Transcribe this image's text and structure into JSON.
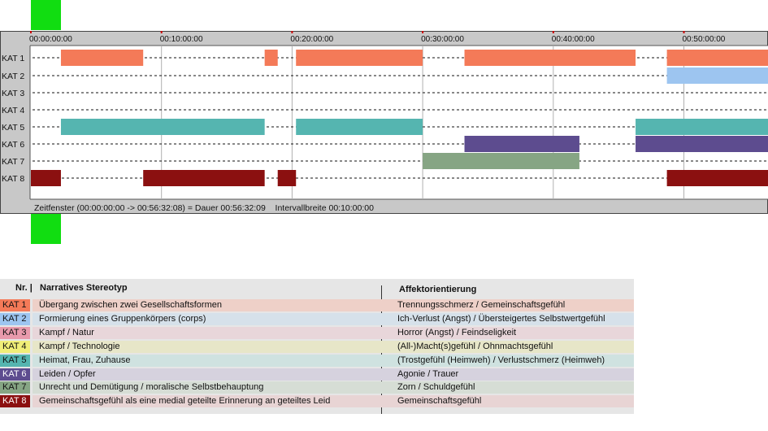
{
  "chart_data": {
    "type": "timeline",
    "time_ticks": [
      "00:00:00:00",
      "00:10:00:00",
      "00:20:00:00",
      "00:30:00:00",
      "00:40:00:00",
      "00:50:00:00"
    ],
    "x_unit": "minutes",
    "x_range": [
      0,
      56.536
    ],
    "categories": [
      "KAT 1",
      "KAT 2",
      "KAT 3",
      "KAT 4",
      "KAT 5",
      "KAT 6",
      "KAT 7",
      "KAT 8"
    ],
    "series": [
      {
        "name": "KAT 1",
        "color": "#f47a58",
        "segments": [
          [
            2.3,
            8.6
          ],
          [
            17.9,
            18.9
          ],
          [
            20.3,
            30.0
          ],
          [
            33.2,
            46.3
          ],
          [
            48.7,
            56.536
          ]
        ]
      },
      {
        "name": "KAT 2",
        "color": "#9dc5f0",
        "segments": [
          [
            48.7,
            56.536
          ]
        ]
      },
      {
        "name": "KAT 3",
        "color": "#e89aac",
        "segments": []
      },
      {
        "name": "KAT 4",
        "color": "#f0ee78",
        "segments": []
      },
      {
        "name": "KAT 5",
        "color": "#55b5b0",
        "segments": [
          [
            2.3,
            17.9
          ],
          [
            20.3,
            30.0
          ],
          [
            46.3,
            56.536
          ]
        ]
      },
      {
        "name": "KAT 6",
        "color": "#5d4c8f",
        "segments": [
          [
            33.2,
            42.0
          ],
          [
            46.3,
            56.536
          ]
        ]
      },
      {
        "name": "KAT 7",
        "color": "#86a584",
        "segments": [
          [
            30.0,
            42.0
          ]
        ]
      },
      {
        "name": "KAT 8",
        "color": "#8b1010",
        "segments": [
          [
            0.0,
            2.3
          ],
          [
            8.6,
            17.9
          ],
          [
            18.9,
            20.3
          ],
          [
            48.7,
            56.536
          ]
        ]
      }
    ],
    "footer_text": "Zeitfenster (00:00:00:00 -> 00:56:32:08) = Dauer 00:56:32:09    Intervallbreite 00:10:00:00",
    "legend": {
      "headers": {
        "nr": "Nr. |",
        "stereotyp": "Narratives Stereotyp",
        "affekt": "Affektorientierung"
      },
      "rows": [
        {
          "code": "KAT 1",
          "stereotyp": "Übergang zwischen zwei Gesellschaftsformen",
          "affekt": "Trennungsschmerz / Gemeinschaftsgefühl",
          "color": "#f47a58",
          "band": "#eed0c8",
          "text_color": "#111111"
        },
        {
          "code": "KAT 2",
          "stereotyp": "Formierung eines Gruppenkörpers (corps)",
          "affekt": "Ich-Verlust (Angst) / Übersteigertes Selbstwertgefühl",
          "color": "#9dc5f0",
          "band": "#d6e1ea",
          "text_color": "#111111"
        },
        {
          "code": "KAT 3",
          "stereotyp": "Kampf / Natur",
          "affekt": "Horror (Angst) / Feindseligkeit",
          "color": "#e89aac",
          "band": "#e8d6da",
          "text_color": "#111111"
        },
        {
          "code": "KAT 4",
          "stereotyp": "Kampf / Technologie",
          "affekt": "(All-)Macht(s)gefühl / Ohnmachtsgefühl",
          "color": "#f0ee78",
          "band": "#e7e6c8",
          "text_color": "#111111"
        },
        {
          "code": "KAT 5",
          "stereotyp": "Heimat, Frau, Zuhause",
          "affekt": "(Trostgefühl (Heimweh) / Verlustschmerz (Heimweh)",
          "color": "#55b5b0",
          "band": "#cfe2e0",
          "text_color": "#111111"
        },
        {
          "code": "KAT 6",
          "stereotyp": "Leiden / Opfer",
          "affekt": "Agonie / Trauer",
          "color": "#5d4c8f",
          "band": "#d6d2de",
          "text_color": "#ffffff"
        },
        {
          "code": "KAT 7",
          "stereotyp": "Unrecht und Demütigung / moralische Selbstbehauptung",
          "affekt": "Zorn / Schuldgefühl",
          "color": "#86a584",
          "band": "#d6ddd5",
          "text_color": "#111111"
        },
        {
          "code": "KAT 8",
          "stereotyp": "Gemeinschaftsgefühl als eine medial geteilte Erinnerung an geteiltes Leid",
          "affekt": "Gemeinschaftsgefühl",
          "color": "#8b1010",
          "band": "#e8d4d4",
          "text_color": "#ffffff"
        }
      ]
    }
  },
  "colors": {
    "marker_green": "#11dd11",
    "frame_gray": "#c8c8c8",
    "plot_bg": "#ffffff",
    "gridline": "#b0b0b0",
    "tick_red": "#cc0000"
  }
}
